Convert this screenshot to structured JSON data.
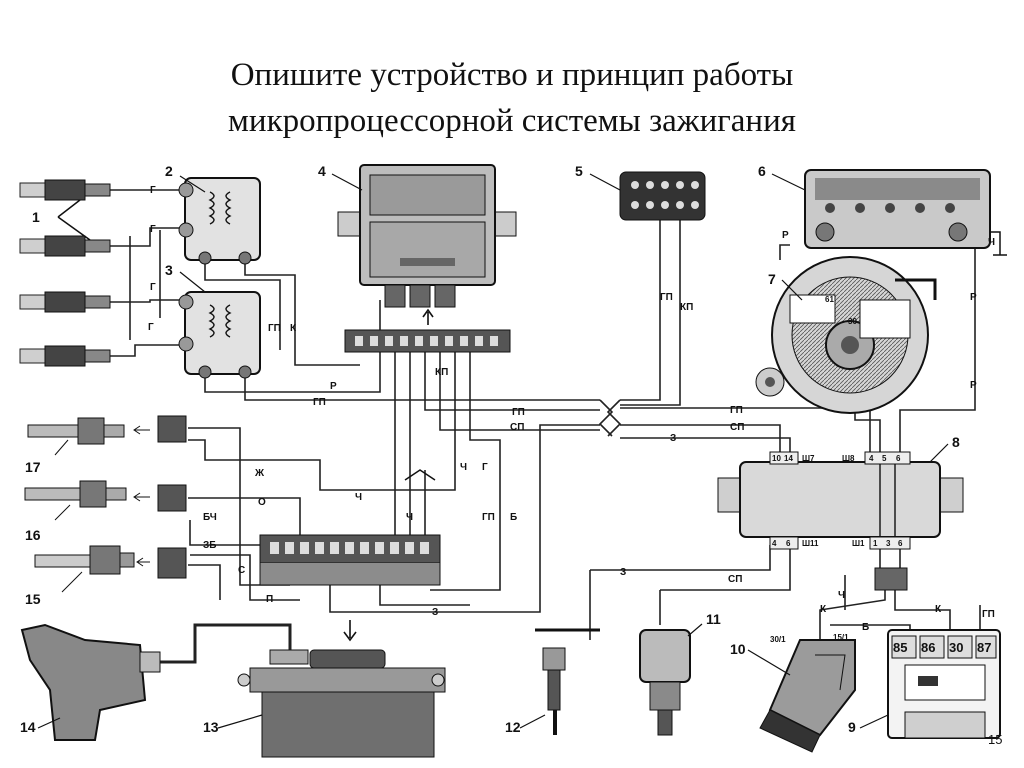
{
  "title": {
    "line1": "Опишите устройство и принцип работы",
    "line2": "микропроцессорной системы зажигания"
  },
  "components": {
    "n1": "1",
    "n2": "2",
    "n3": "3",
    "n4": "4",
    "n5": "5",
    "n6": "6",
    "n7": "7",
    "n8": "8",
    "n9": "9",
    "n10": "10",
    "n11": "11",
    "n12": "12",
    "n13": "13",
    "n14": "14",
    "n15": "15",
    "n16": "16",
    "n17": "17"
  },
  "wires": {
    "g": "Г",
    "gp": "ГП",
    "k": "К",
    "r": "Р",
    "kp": "КП",
    "sp": "СП",
    "z": "З",
    "ch": "Ч",
    "zh": "Ж",
    "o": "О",
    "bch": "БЧ",
    "zb": "ЗБ",
    "s": "С",
    "p": "П",
    "b": "Б"
  },
  "connectors": {
    "sh7": "Ш7",
    "sh8": "Ш8",
    "sh11": "Ш11",
    "sh1": "Ш1",
    "p10": "10",
    "p14": "14",
    "p4": "4",
    "p5": "5",
    "p6": "6",
    "p4b": "4",
    "p6b": "6",
    "p1": "1",
    "p3": "3",
    "p6c": "6",
    "gen61": "61",
    "gen30": "30",
    "sw301": "30/1",
    "sw151": "15/1"
  },
  "relay": {
    "t85": "85",
    "t86": "86",
    "t30": "30",
    "t87": "87"
  },
  "page_number": "15"
}
